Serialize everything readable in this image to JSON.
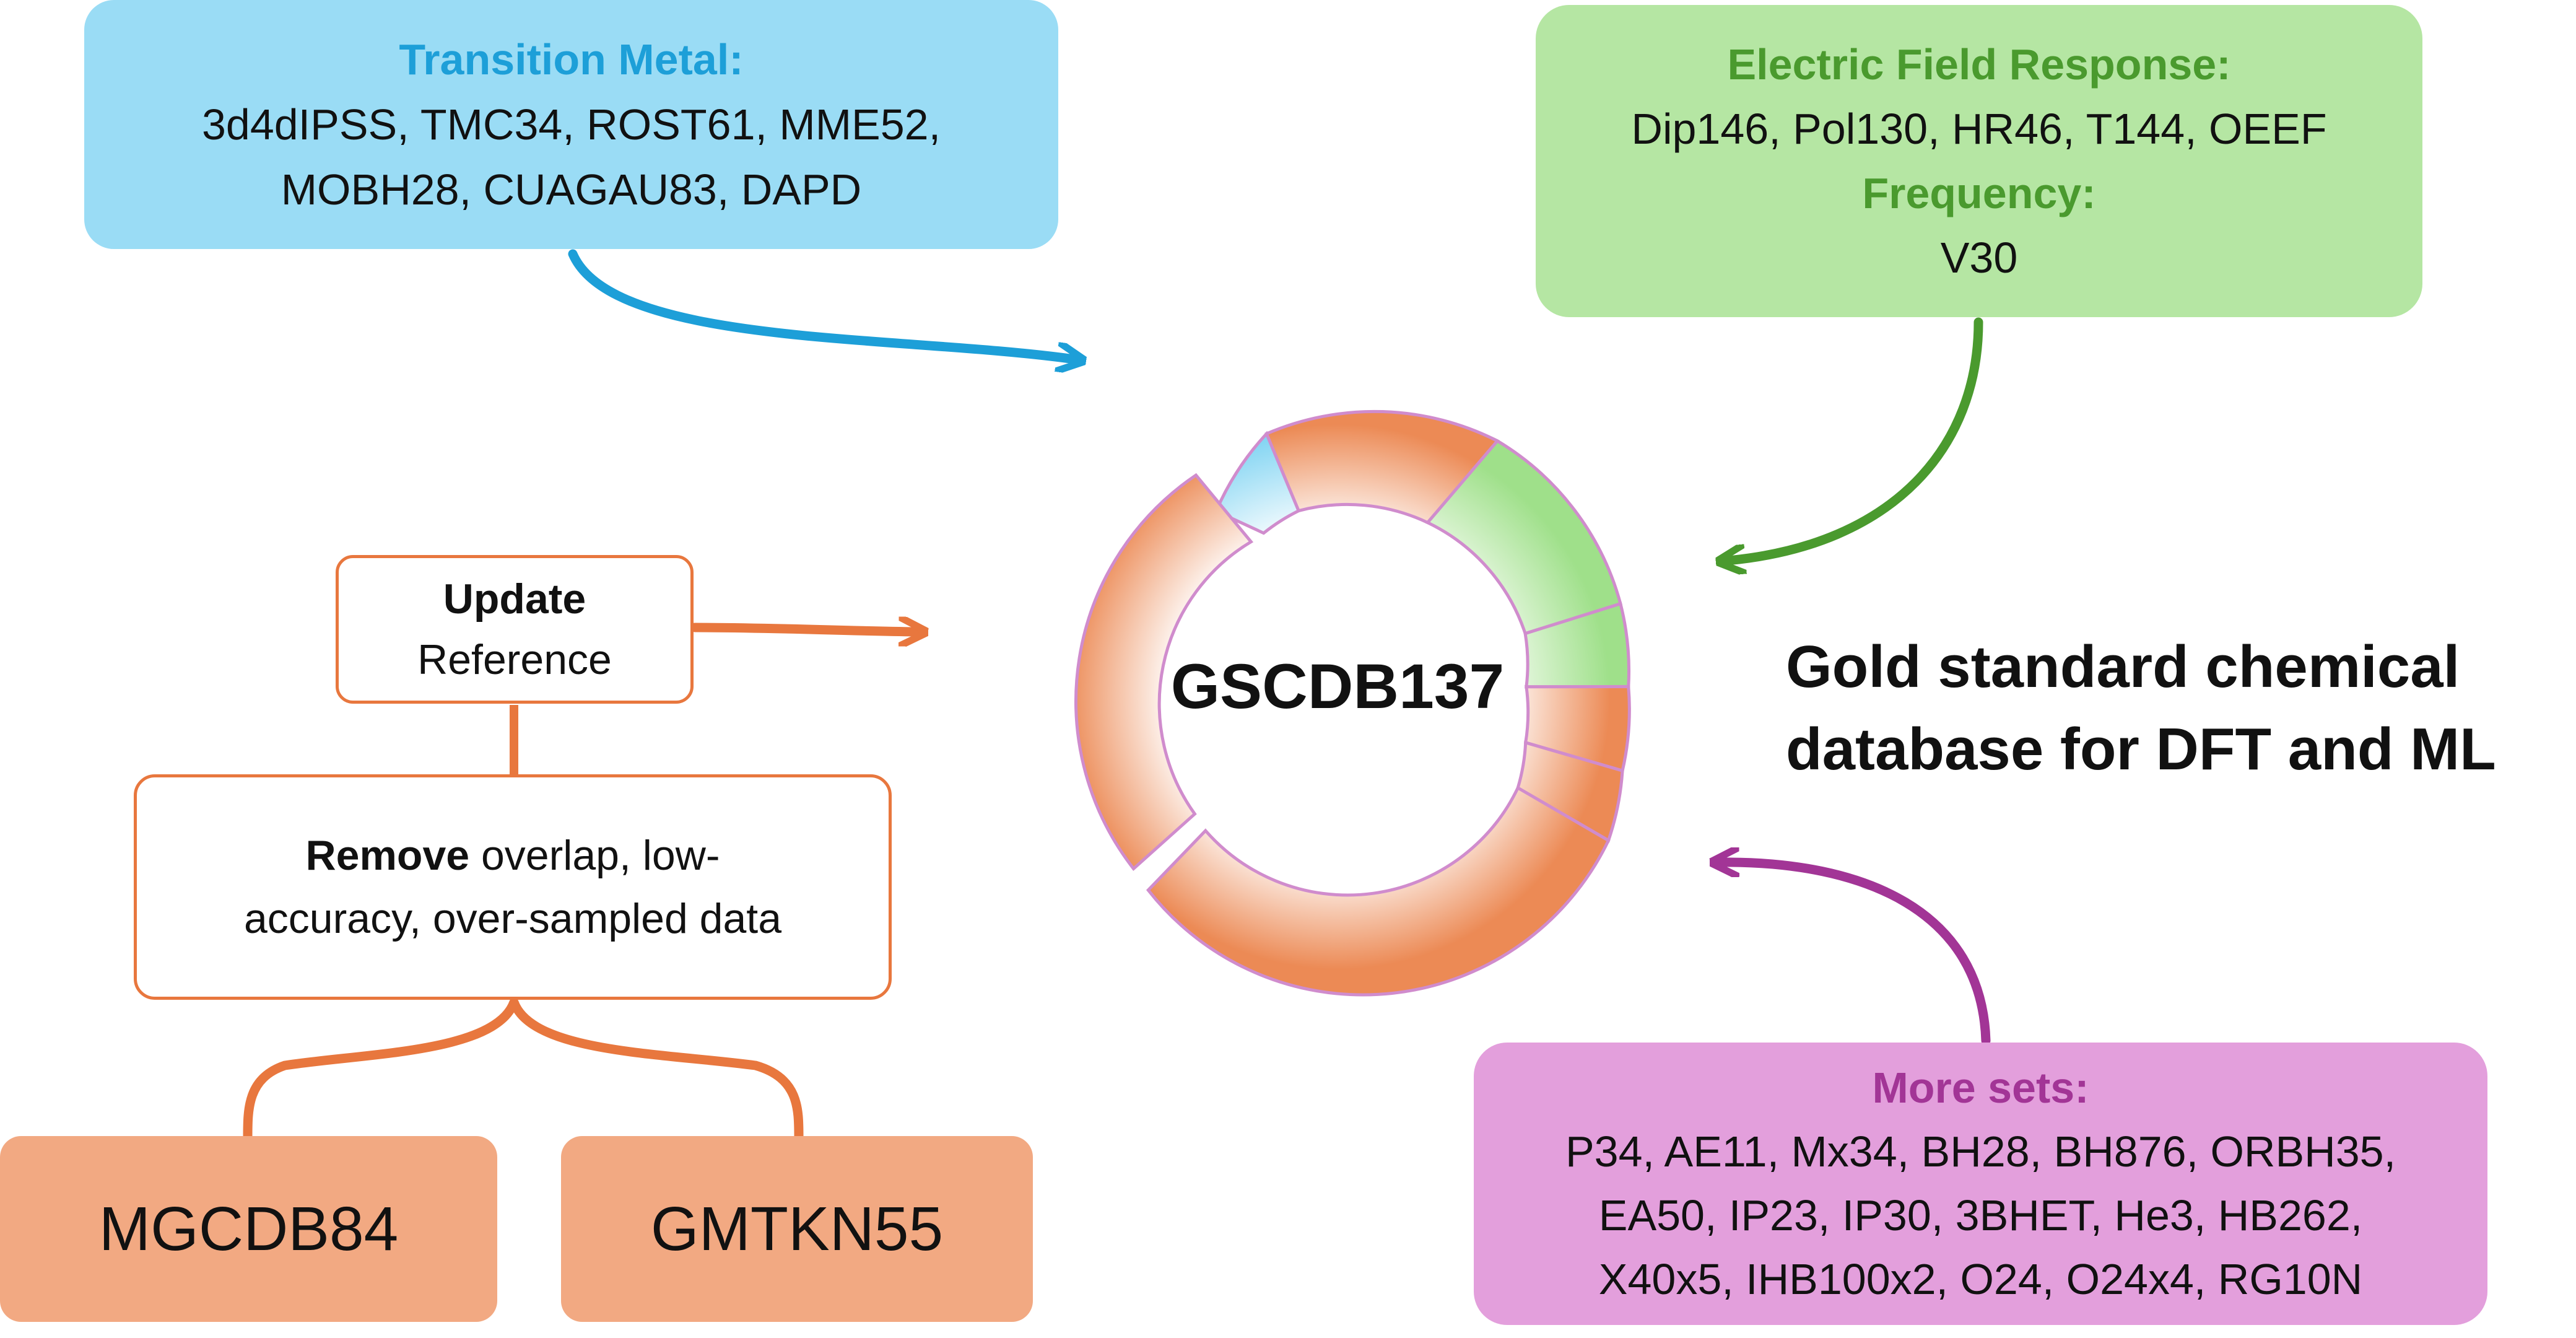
{
  "transition_metal": {
    "title": "Transition Metal:",
    "lines": [
      "3d4dIPSS, TMC34, ROST61, MME52,",
      "MOBH28, CUAGAU83, DAPD"
    ],
    "color": "#1d9fd8"
  },
  "electric_field": {
    "title": "Electric Field Response:",
    "line": "Dip146, Pol130, HR46, T144, OEEF",
    "freq_title": "Frequency:",
    "freq_line": "V30",
    "color": "#4a9a2e"
  },
  "more_sets": {
    "title": "More sets:",
    "lines": [
      "P34, AE11, Mx34, BH28, BH876, ORBH35,",
      "EA50, IP23, IP30, 3BHET, He3, HB262,",
      "X40x5, IHB100x2, O24, O24x4, RG10N"
    ],
    "color": "#a23596"
  },
  "update": {
    "bold": "Update",
    "text": "Reference"
  },
  "remove": {
    "bold": "Remove",
    "text1": " overlap, low-",
    "text2": "accuracy, over-sampled data"
  },
  "sources": {
    "left": "MGCDB84",
    "right": "GMTKN55"
  },
  "center_label": "GSCDB137",
  "tagline": {
    "line1": "Gold standard chemical",
    "line2": "database for DFT and ML"
  },
  "colors": {
    "orange": "#e8773e",
    "blue": "#1d9fd8",
    "green": "#4a9a2e",
    "purple": "#a23596"
  }
}
